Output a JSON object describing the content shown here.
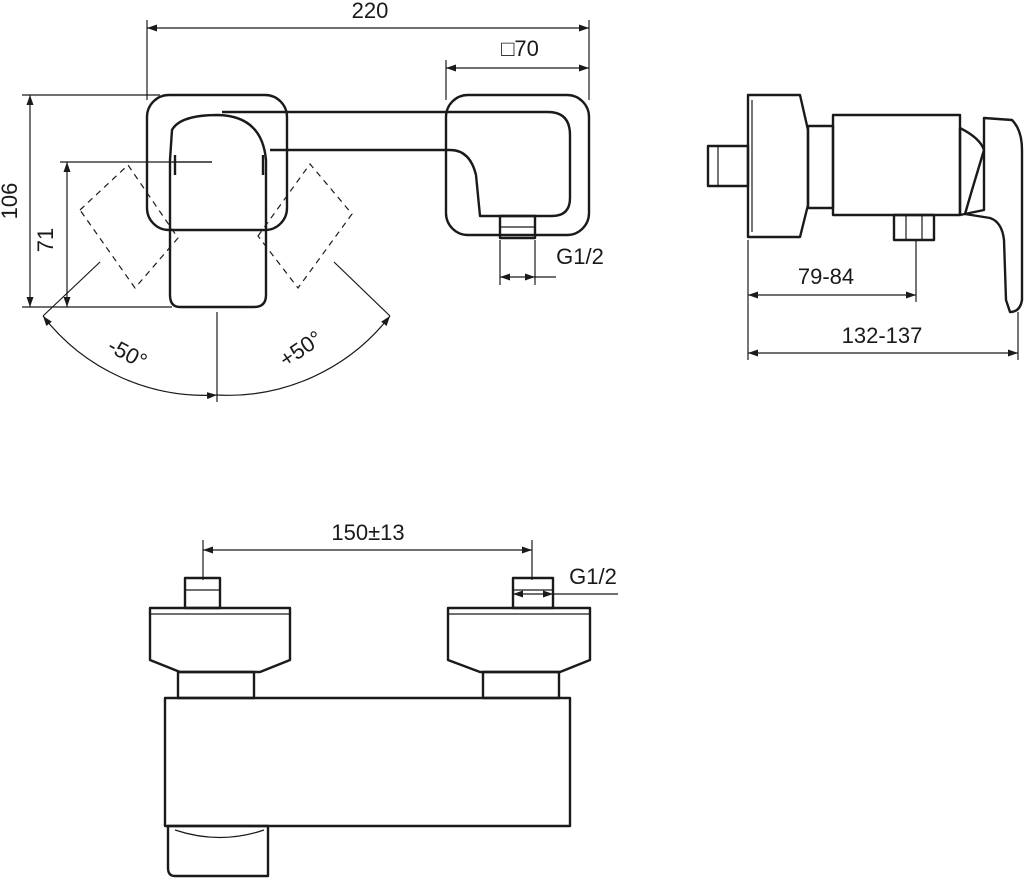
{
  "front_view": {
    "width_total": "220",
    "rosette_square": "□70",
    "height_total": "106",
    "height_handle_axis": "71",
    "angle_left": "-50°",
    "angle_right": "+50°",
    "outlet_thread": "G1/2"
  },
  "side_view": {
    "depth_to_outlet": "79-84",
    "depth_total": "132-137"
  },
  "top_view": {
    "center_distance": "150±13",
    "inlet_thread": "G1/2"
  }
}
